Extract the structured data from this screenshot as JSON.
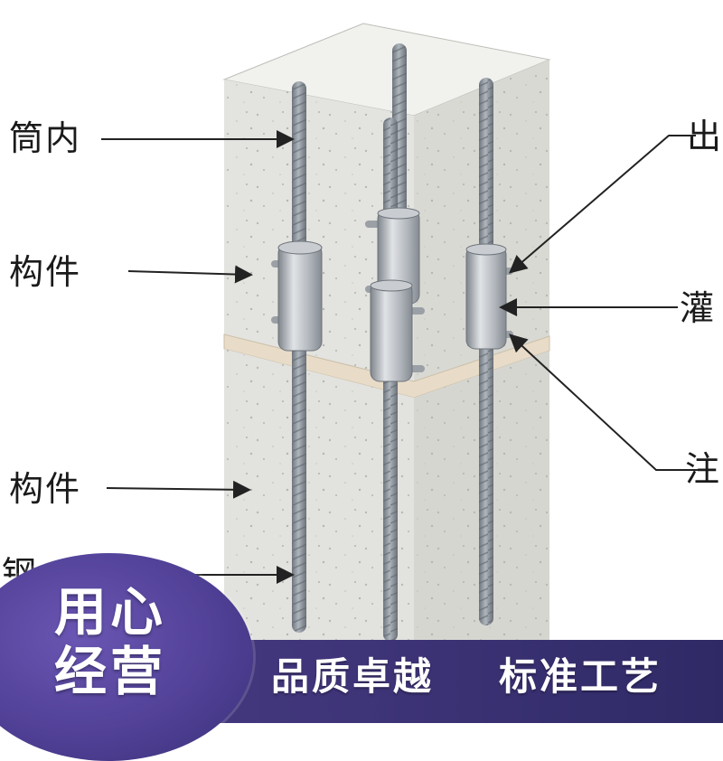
{
  "callouts": {
    "left": [
      "筒内",
      "构件",
      "构件",
      "钢"
    ],
    "right": [
      "出",
      "灌",
      "注"
    ]
  },
  "badge": {
    "line1": "用心",
    "line2": "经营"
  },
  "slogans": {
    "quality": "品质卓越",
    "process": "标准工艺"
  },
  "colors": {
    "banner": "#3e3478",
    "badge": "#5a48a3",
    "concrete": "#e6e6e2",
    "rebar": "#8e959d",
    "sleeve": "#b7bcc2"
  }
}
